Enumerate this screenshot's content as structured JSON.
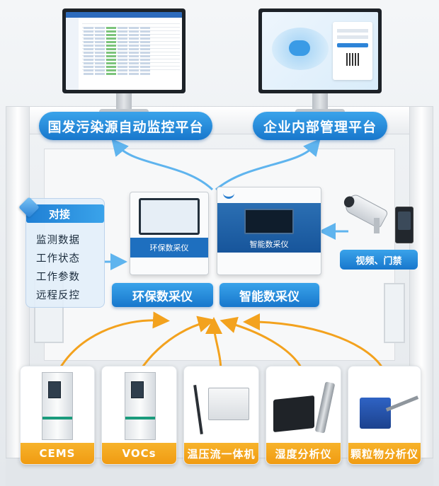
{
  "platforms": {
    "national": "国发污染源自动监控平台",
    "enterprise": "企业内部管理平台"
  },
  "devices": {
    "env_screen_label": "环保数采仪",
    "env_label": "环保数采仪",
    "smart_screen_label": "智能数采仪",
    "smart_label": "智能数采仪"
  },
  "interface_card": {
    "title": "对接",
    "items": [
      "监测数据",
      "工作状态",
      "工作参数",
      "远程反控"
    ]
  },
  "video": {
    "label": "视频、门禁"
  },
  "instruments": [
    {
      "label": "CEMS"
    },
    {
      "label": "VOCs"
    },
    {
      "label": "温压流一体机"
    },
    {
      "label": "湿度分析仪"
    },
    {
      "label": "颗粒物分析仪"
    }
  ],
  "colors": {
    "accent_blue": "#1f7fd4",
    "accent_orange": "#f3a21e"
  }
}
